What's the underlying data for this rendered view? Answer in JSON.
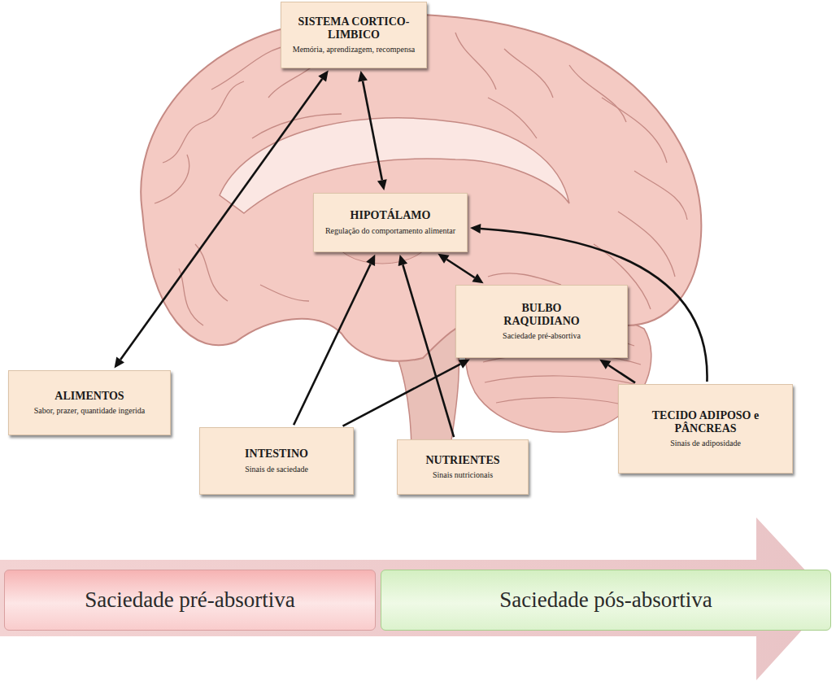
{
  "diagram": {
    "nodes": [
      {
        "text": [
          "SISTEMA CORTICO-LIMBICO",
          "Memória, aprendizagem, recompensa"
        ]
      },
      {
        "text": [
          "HIPOTÁLAMO",
          "Regulação do comportamento alimentar"
        ]
      },
      {
        "text": [
          "BULBO RAQUIDIANO",
          "Saciedade pré-absortiva"
        ]
      },
      {
        "text": [
          "ALIMENTOS",
          "Sabor, prazer, quantidade ingerida"
        ]
      },
      {
        "text": [
          "INTESTINO",
          "Sinais de saciedade"
        ]
      },
      {
        "text": [
          "NUTRIENTES",
          "Sinais nutricionais"
        ]
      },
      {
        "text": [
          "TECIDO ADIPOSO e PÂNCREAS",
          "Sinais de adiposidade"
        ]
      },
      {
        "text": [
          "Saciedade pré-absortiva"
        ]
      },
      {
        "text": [
          "Saciedade pós-absortiva"
        ]
      }
    ],
    "edges": [
      {
        "from": 3,
        "to": 0,
        "arrow": "both"
      },
      {
        "from": 0,
        "to": 1,
        "arrow": "both"
      },
      {
        "from": 1,
        "to": 2,
        "arrow": "both"
      },
      {
        "from": 4,
        "to": 1,
        "arrow": "to"
      },
      {
        "from": 4,
        "to": 2,
        "arrow": "to"
      },
      {
        "from": 5,
        "to": 1,
        "arrow": "to"
      },
      {
        "from": 6,
        "to": 1,
        "arrow": "to"
      },
      {
        "from": 6,
        "to": 2,
        "arrow": "to"
      }
    ]
  }
}
